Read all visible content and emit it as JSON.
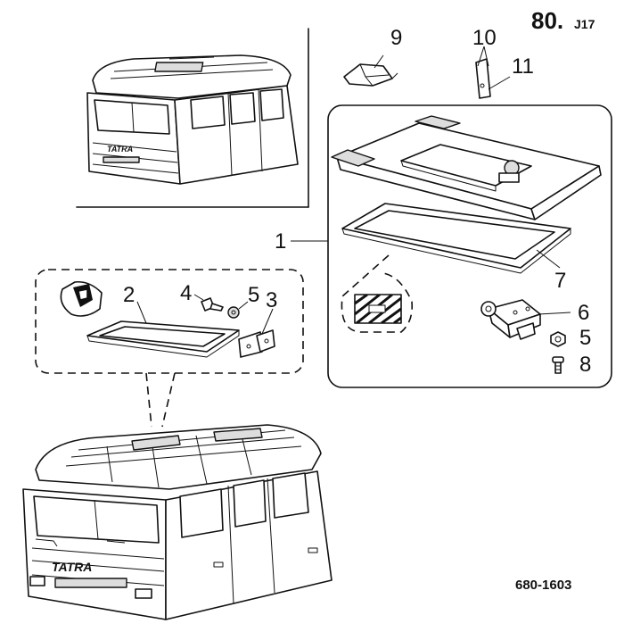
{
  "sheet": {
    "number": "80.",
    "suffix": "J17"
  },
  "drawing_number": "680-1603",
  "cab_brand": "TATRA",
  "callouts": {
    "c1": "1",
    "c2": "2",
    "c3": "3",
    "c4": "4",
    "c5a": "5",
    "c5b": "5",
    "c6": "6",
    "c7": "7",
    "c8": "8",
    "c9": "9",
    "c10": "10",
    "c11": "11"
  }
}
